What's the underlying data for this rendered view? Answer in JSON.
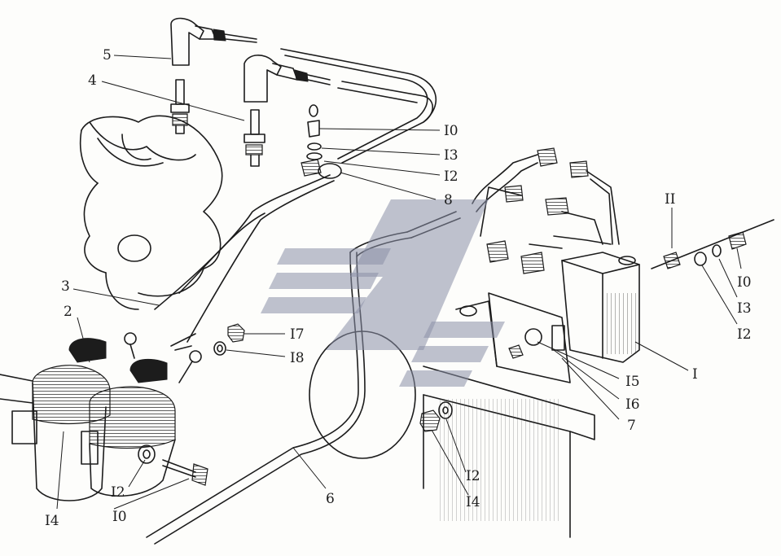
{
  "callouts": [
    {
      "id": "c1",
      "label": "I"
    },
    {
      "id": "c2",
      "label": "2"
    },
    {
      "id": "c3",
      "label": "3"
    },
    {
      "id": "c4",
      "label": "4"
    },
    {
      "id": "c5",
      "label": "5"
    },
    {
      "id": "c6",
      "label": "6"
    },
    {
      "id": "c7",
      "label": "7"
    },
    {
      "id": "c8",
      "label": "8"
    },
    {
      "id": "c10a",
      "label": "I0"
    },
    {
      "id": "c13a",
      "label": "I3"
    },
    {
      "id": "c12a",
      "label": "I2"
    },
    {
      "id": "c11",
      "label": "II"
    },
    {
      "id": "c10b",
      "label": "I0"
    },
    {
      "id": "c13b",
      "label": "I3"
    },
    {
      "id": "c12b",
      "label": "I2"
    },
    {
      "id": "c15",
      "label": "I5"
    },
    {
      "id": "c16",
      "label": "I6"
    },
    {
      "id": "c17",
      "label": "I7"
    },
    {
      "id": "c18",
      "label": "I8"
    },
    {
      "id": "c12c",
      "label": "I2"
    },
    {
      "id": "c14a",
      "label": "I4"
    },
    {
      "id": "c12d",
      "label": "I2"
    },
    {
      "id": "c14b",
      "label": "I4"
    },
    {
      "id": "c10c",
      "label": "I0"
    }
  ],
  "colors": {
    "ink": "#1c1c1c",
    "paper": "#fdfdfb",
    "watermark": "#8a8fa8"
  }
}
